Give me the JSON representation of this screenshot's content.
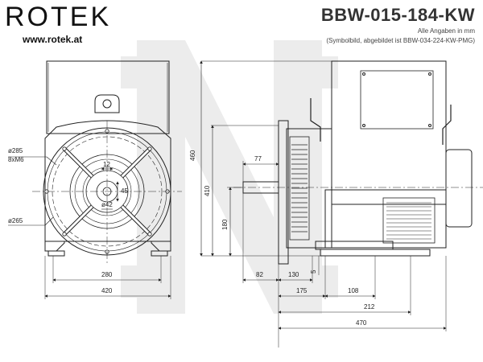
{
  "header": {
    "brand": "ROTEK",
    "url": "www.rotek.at",
    "model": "BBW-015-184-KW",
    "note_units": "Alle Angaben in mm",
    "note_symbol": "(Symbolbild, abgebildet ist BBW-034-224-KW-PMG)"
  },
  "front_view": {
    "label_d285": "ø285",
    "label_holes": "8xM6",
    "label_d265": "ø265",
    "label_12": "12",
    "label_45": "45",
    "label_d42": "ø42",
    "dim_280": "280",
    "dim_420": "420"
  },
  "side_view": {
    "dim_460": "460",
    "dim_410": "410",
    "dim_180": "180",
    "dim_77": "77",
    "dim_82": "82",
    "dim_130": "130",
    "dim_5": "5",
    "dim_175": "175",
    "dim_108": "108",
    "dim_212": "212",
    "dim_470": "470"
  },
  "colors": {
    "line": "#222222",
    "watermark": "#e9e9e9"
  }
}
